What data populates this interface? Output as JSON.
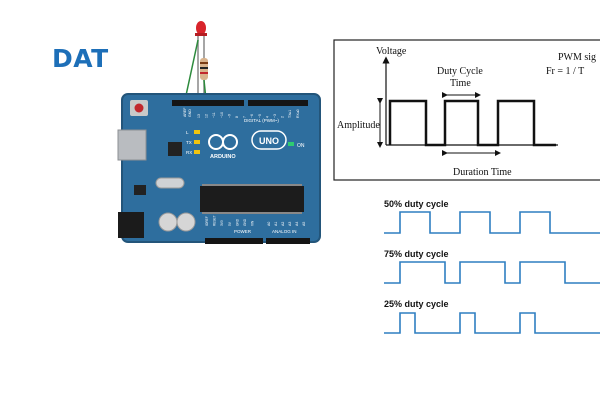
{
  "logo": {
    "text": "DAT"
  },
  "board": {
    "brand": "ARDUINO",
    "model": "UNO",
    "digital_header": "DIGITAL (PWM~)",
    "power_header": "POWER",
    "analog_header": "ANALOG IN",
    "on_label": "ON",
    "aref_label": "AREF",
    "gnd_label": "GND",
    "tx_label": "TX",
    "rx_label": "RX",
    "l_label": "L",
    "power_pins": [
      "IOREF",
      "RESET",
      "3V3",
      "5V",
      "GND",
      "GND",
      "VIN"
    ],
    "analog_pins": [
      "A0",
      "A1",
      "A2",
      "A3",
      "A4",
      "A5"
    ],
    "digital_pins": [
      "13",
      "12",
      "~11",
      "~10",
      "~9",
      "8",
      "7",
      "~6",
      "~5",
      "4",
      "~3",
      "2",
      "TX▸1",
      "RX◂0"
    ]
  },
  "pwm_diagram": {
    "voltage_label": "Voltage",
    "duty_cycle_label": "Duty Cycle",
    "time_label": "Time",
    "amplitude_label": "Amplitude",
    "duration_label": "Duration Time",
    "pwm_title": "PWM sig",
    "formula": "Fr = 1 / T"
  },
  "duty_examples": [
    {
      "label": "50% duty cycle",
      "duty": 0.5
    },
    {
      "label": "75% duty cycle",
      "duty": 0.75
    },
    {
      "label": "25% duty cycle",
      "duty": 0.25
    }
  ],
  "colors": {
    "board": "#2e6e9e",
    "waveform": "#2f7fc1",
    "logo": "#1d6fb8",
    "led": "#d8242b"
  }
}
